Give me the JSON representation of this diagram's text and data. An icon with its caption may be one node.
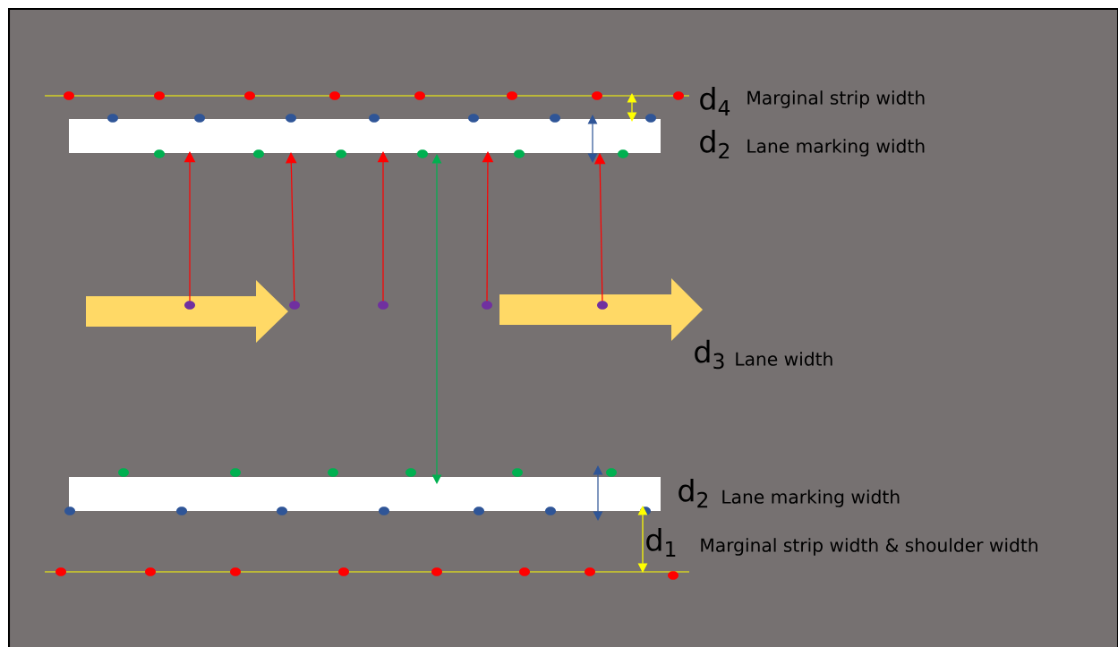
{
  "diagram": {
    "labels": [
      "d$_{4}$",
      "Marginal strip width",
      "d$_{2}$",
      "Lane marking width",
      "d$_{3}$",
      "Lane width",
      "d$_{2}$",
      "Lane marking width",
      "d$_{1}$",
      "Marginal strip width & shoulder width"
    ]
  }
}
